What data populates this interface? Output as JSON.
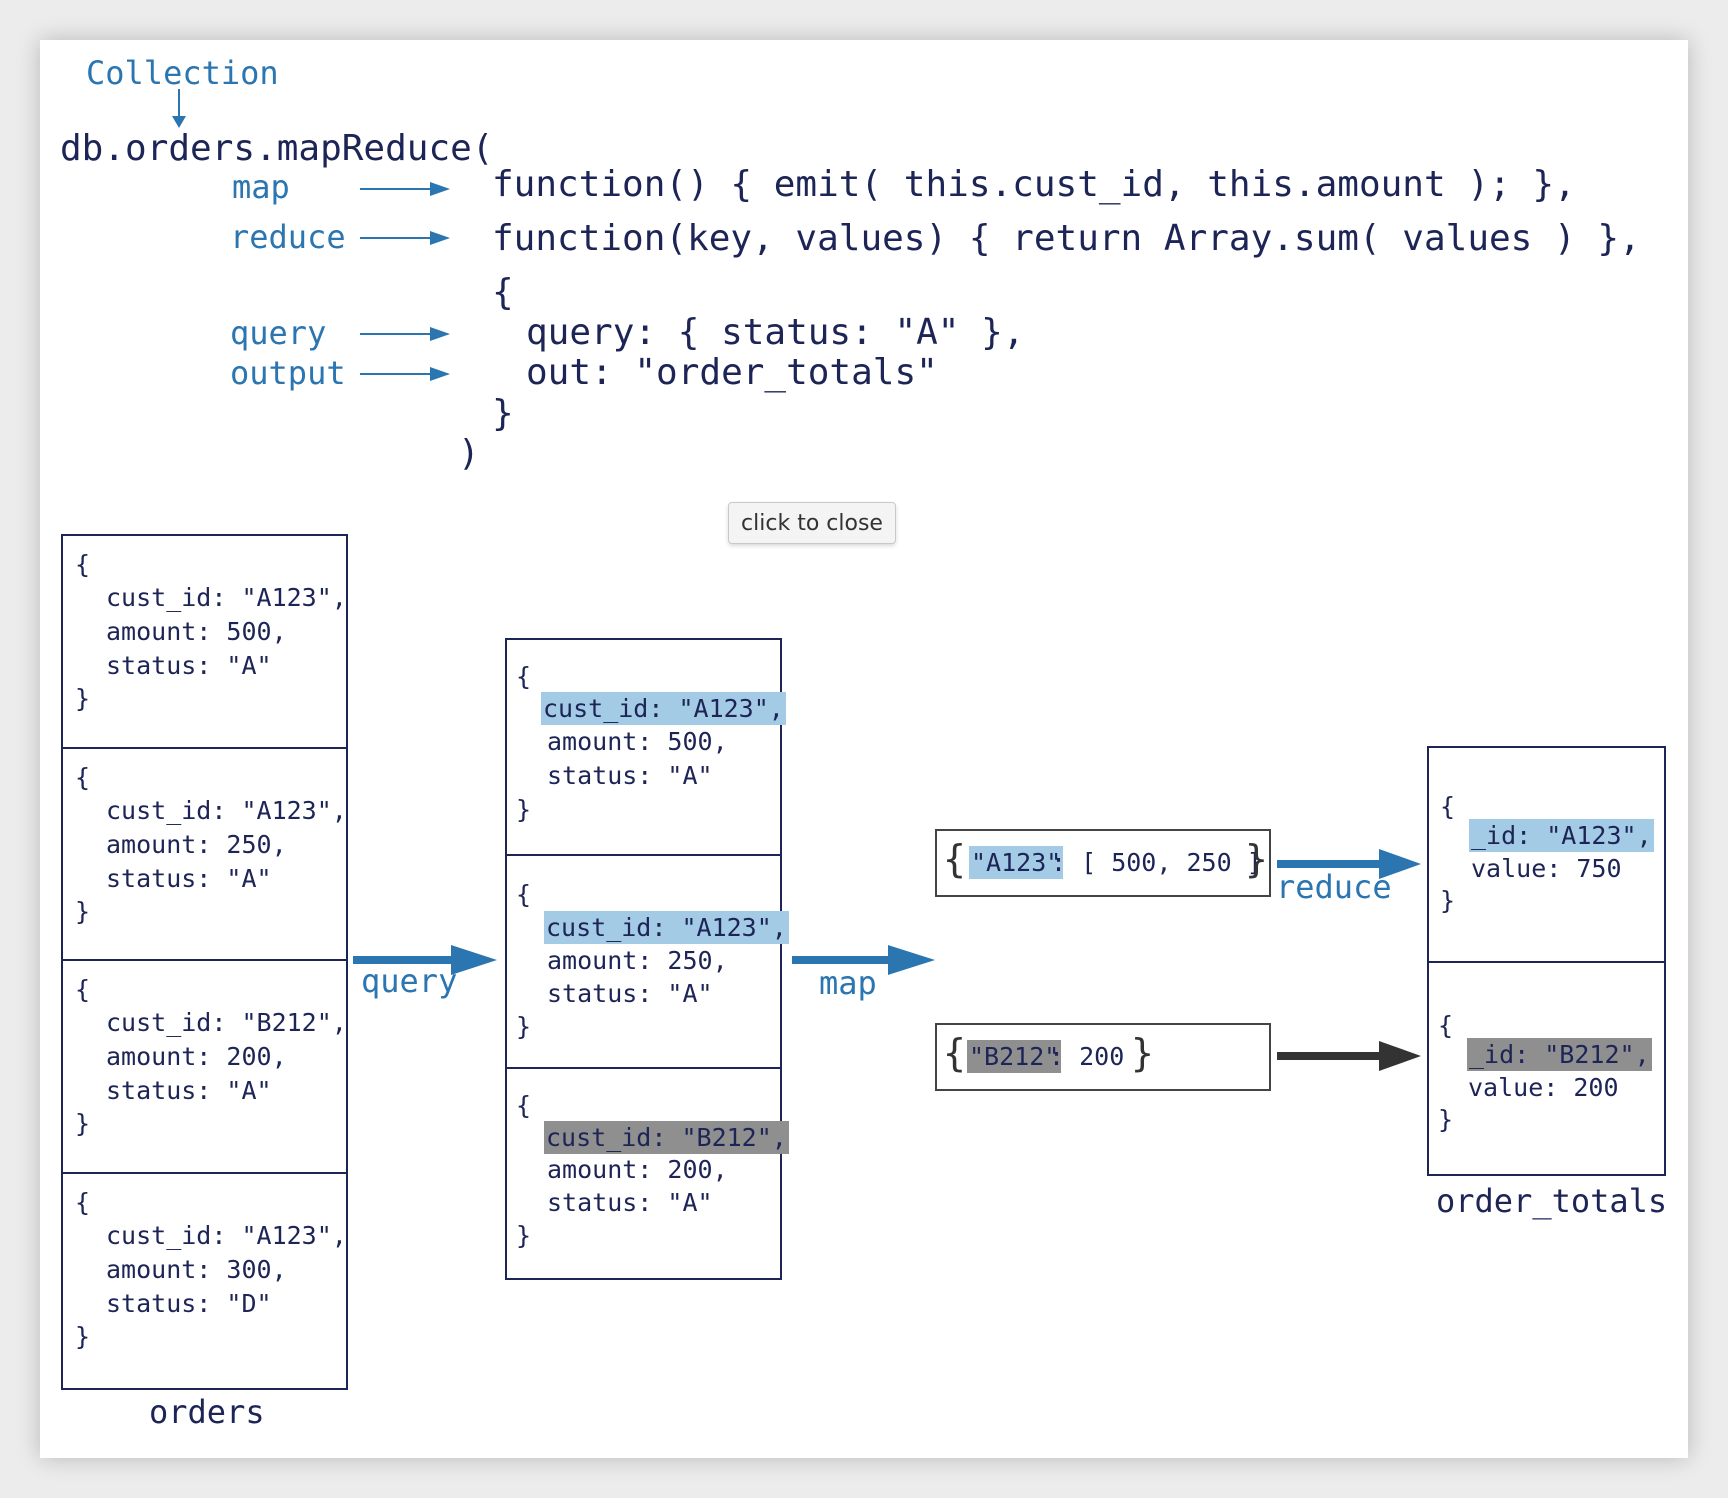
{
  "code": {
    "collection_label": "Collection",
    "call": "db.orders.mapReduce(",
    "map_label": "map",
    "map_fn": "function() { emit( this.cust_id, this.amount ); },",
    "reduce_label": "reduce",
    "reduce_fn": "function(key, values) { return Array.sum( values ) },",
    "open_brace": "{",
    "query_label": "query",
    "query_line": "query: { status: \"A\" },",
    "output_label": "output",
    "out_line": "out: \"order_totals\"",
    "close_brace": "}",
    "close_paren": ")"
  },
  "close_button": "click to close",
  "orders": {
    "caption": "orders",
    "open": "{",
    "close": "}",
    "docs": [
      {
        "cust_id": "cust_id: \"A123\",",
        "amount": "amount: 500,",
        "status": "status: \"A\""
      },
      {
        "cust_id": "cust_id: \"A123\",",
        "amount": "amount: 250,",
        "status": "status: \"A\""
      },
      {
        "cust_id": "cust_id: \"B212\",",
        "amount": "amount: 200,",
        "status": "status: \"A\""
      },
      {
        "cust_id": "cust_id: \"A123\",",
        "amount": "amount: 300,",
        "status": "status: \"D\""
      }
    ]
  },
  "query_arrow_label": "query",
  "filtered": {
    "docs": [
      {
        "cust_id": "cust_id: \"A123\",",
        "amount": "amount: 500,",
        "status": "status: \"A\""
      },
      {
        "cust_id": "cust_id: \"A123\",",
        "amount": "amount: 250,",
        "status": "status: \"A\""
      },
      {
        "cust_id": "cust_id: \"B212\",",
        "amount": "amount: 200,",
        "status": "status: \"A\""
      }
    ]
  },
  "map_arrow_label": "map",
  "mapped": [
    {
      "open": "{",
      "key": "\"A123\"",
      "rest": ": [ 500, 250 ]",
      "close": "}"
    },
    {
      "open": "{",
      "key": "\"B212\"",
      "rest": ": 200",
      "close": "}"
    }
  ],
  "reduce_arrow_label": "reduce",
  "order_totals": {
    "caption": "order_totals",
    "open": "{",
    "close": "}",
    "docs": [
      {
        "id": "_id: \"A123\",",
        "value": "value: 750"
      },
      {
        "id": "_id: \"B212\",",
        "value": "value: 200"
      }
    ]
  },
  "colors": {
    "navy": "#1d2456",
    "blue": "#2b75b0",
    "highlight_blue": "#a4cbe6",
    "highlight_gray": "#8f8f8f",
    "dark_arrow": "#333333"
  }
}
